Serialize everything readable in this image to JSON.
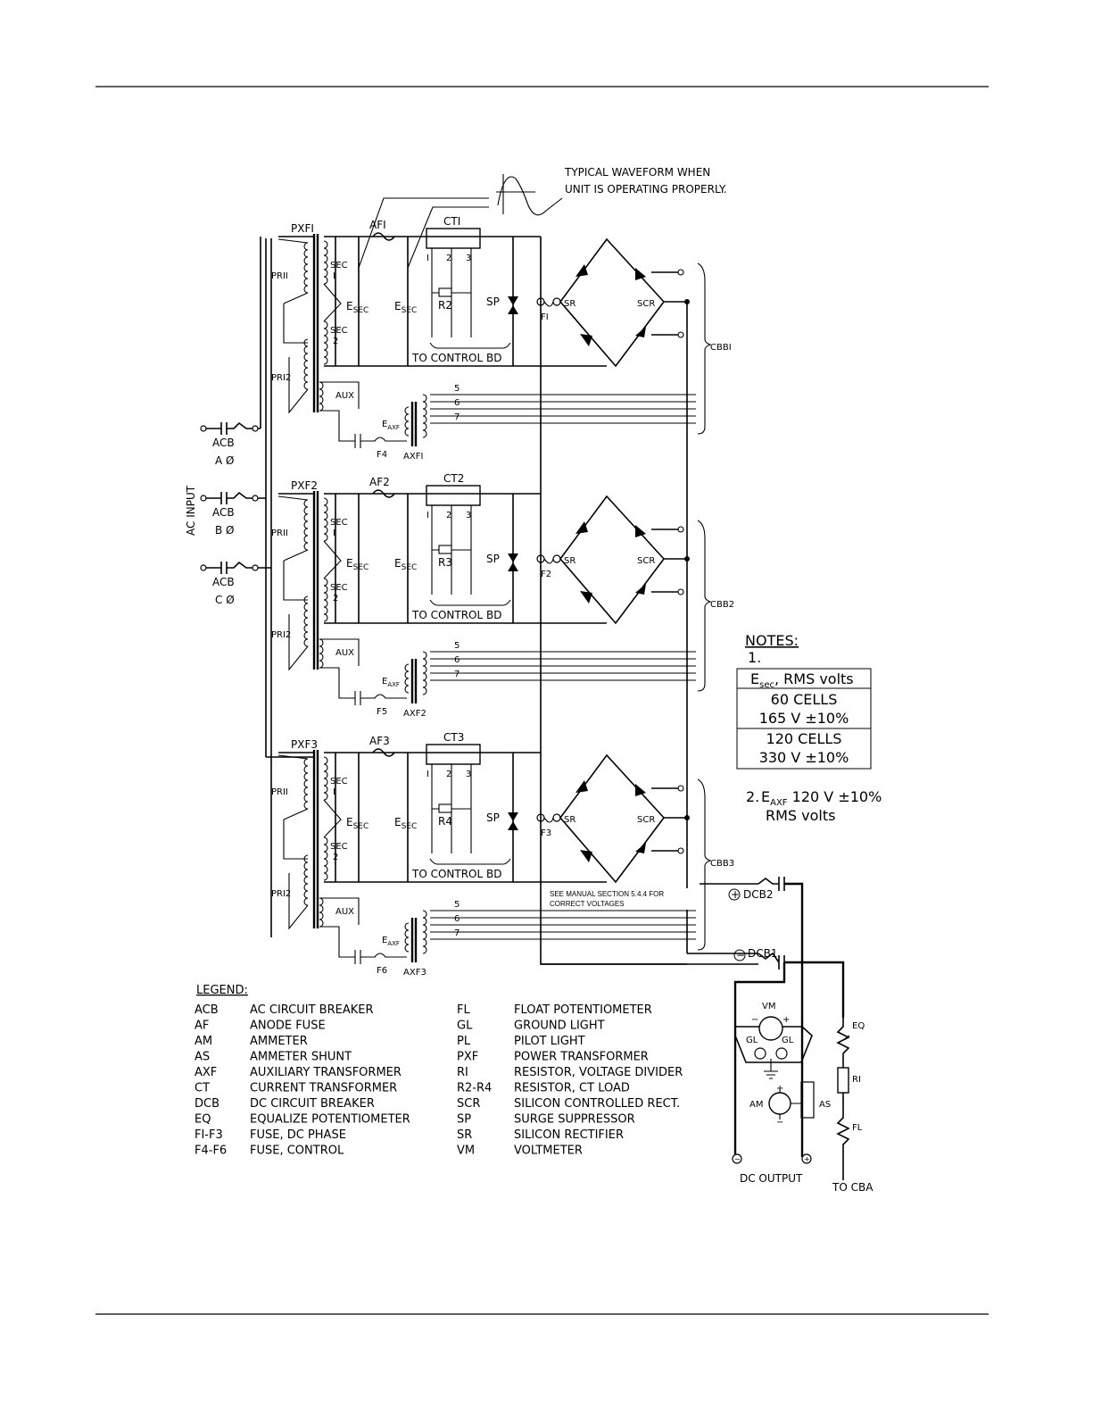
{
  "waveform_caption": [
    "TYPICAL  WAVEFORM  WHEN",
    "UNIT  IS  OPERATING  PROPERLY."
  ],
  "ac_input_label": "AC   INPUT",
  "acb": [
    {
      "name": "ACB",
      "phase": "A Ø"
    },
    {
      "name": "ACB",
      "phase": "B Ø"
    },
    {
      "name": "ACB",
      "phase": "C Ø"
    }
  ],
  "bridge_label_sr": "SR",
  "bridge_label_scr": "SCR",
  "sections": [
    {
      "pxf": "PXFI",
      "af": "AFI",
      "ct": "CTI",
      "r": "R2",
      "f": "FI",
      "f_ctrl": "F4",
      "axf": "AXFI",
      "cbb": "CBBI"
    },
    {
      "pxf": "PXF2",
      "af": "AF2",
      "ct": "CT2",
      "r": "R3",
      "f": "F2",
      "f_ctrl": "F5",
      "axf": "AXF2",
      "cbb": "CBB2"
    },
    {
      "pxf": "PXF3",
      "af": "AF3",
      "ct": "CT3",
      "r": "R4",
      "f": "F3",
      "f_ctrl": "F6",
      "axf": "AXF3",
      "cbb": "CBB3"
    }
  ],
  "common_labels": {
    "pri1": "PRII",
    "pri2": "PRI2",
    "sec1": [
      "SE",
      "C",
      "I"
    ],
    "sec2": [
      "SE",
      "C",
      "2"
    ],
    "esec": "E",
    "esec_sub": "SEC",
    "sp": "SP",
    "aux": "AUX",
    "eaxf": "E",
    "eaxf_sub": "AXF",
    "to_control": "TO CONTROL  BD",
    "ct_taps": [
      "I",
      "2",
      "3"
    ],
    "aux_taps": [
      "5",
      "6",
      "7"
    ]
  },
  "see_manual_note": [
    "SEE MANUAL SECTION 5.4.4 FOR",
    "CORRECT VOLTAGES"
  ],
  "notes": {
    "heading": "NOTES:",
    "item1_number": "1.",
    "table_header": [
      "E",
      "sec",
      ", RMS volts"
    ],
    "rows": [
      [
        "60 CELLS",
        "165 V ±10%"
      ],
      [
        "120 CELLS",
        "330 V ±10%"
      ]
    ],
    "item2_number": "2.",
    "item2_text": [
      "E",
      "AXF",
      "  120 V ±10%"
    ],
    "item2_unit": "RMS volts"
  },
  "dc_labels": {
    "dcb2": "DCB2",
    "dcb1": "DCB1",
    "plus": "+",
    "minus": "−",
    "vm": "VM",
    "gl": "GL",
    "am": "AM",
    "as": "AS",
    "eq": "EQ",
    "ri": "RI",
    "fl": "FL",
    "dc_output": "DC  OUTPUT",
    "to_cba": "TO CBA"
  },
  "legend": {
    "title": "LEGEND:",
    "left": [
      [
        "ACB",
        "AC  CIRCUIT  BREAKER"
      ],
      [
        "AF",
        "ANODE  FUSE"
      ],
      [
        "AM",
        "AMMETER"
      ],
      [
        "AS",
        "AMMETER   SHUNT"
      ],
      [
        "AXF",
        "AUXILIARY  TRANSFORMER"
      ],
      [
        "CT",
        "CURRENT  TRANSFORMER"
      ],
      [
        "DCB",
        "DC  CIRCUIT  BREAKER"
      ],
      [
        "EQ",
        "EQUALIZE  POTENTIOMETER"
      ],
      [
        "FI-F3",
        "FUSE,  DC  PHASE"
      ],
      [
        "F4-F6",
        "FUSE,  CONTROL"
      ]
    ],
    "right": [
      [
        "FL",
        "FLOAT  POTENTIOMETER"
      ],
      [
        "GL",
        "GROUND  LIGHT"
      ],
      [
        "PL",
        "PILOT  LIGHT"
      ],
      [
        "PXF",
        "POWER  TRANSFORMER"
      ],
      [
        "RI",
        "RESISTOR,  VOLTAGE  DIVIDER"
      ],
      [
        "R2-R4",
        "RESISTOR,  CT  LOAD"
      ],
      [
        "SCR",
        "SILICON  CONTROLLED RECT."
      ],
      [
        "SP",
        "SURGE  SUPPRESSOR"
      ],
      [
        "SR",
        "SILICON  RECTIFIER"
      ],
      [
        "VM",
        "VOLTMETER"
      ]
    ]
  }
}
